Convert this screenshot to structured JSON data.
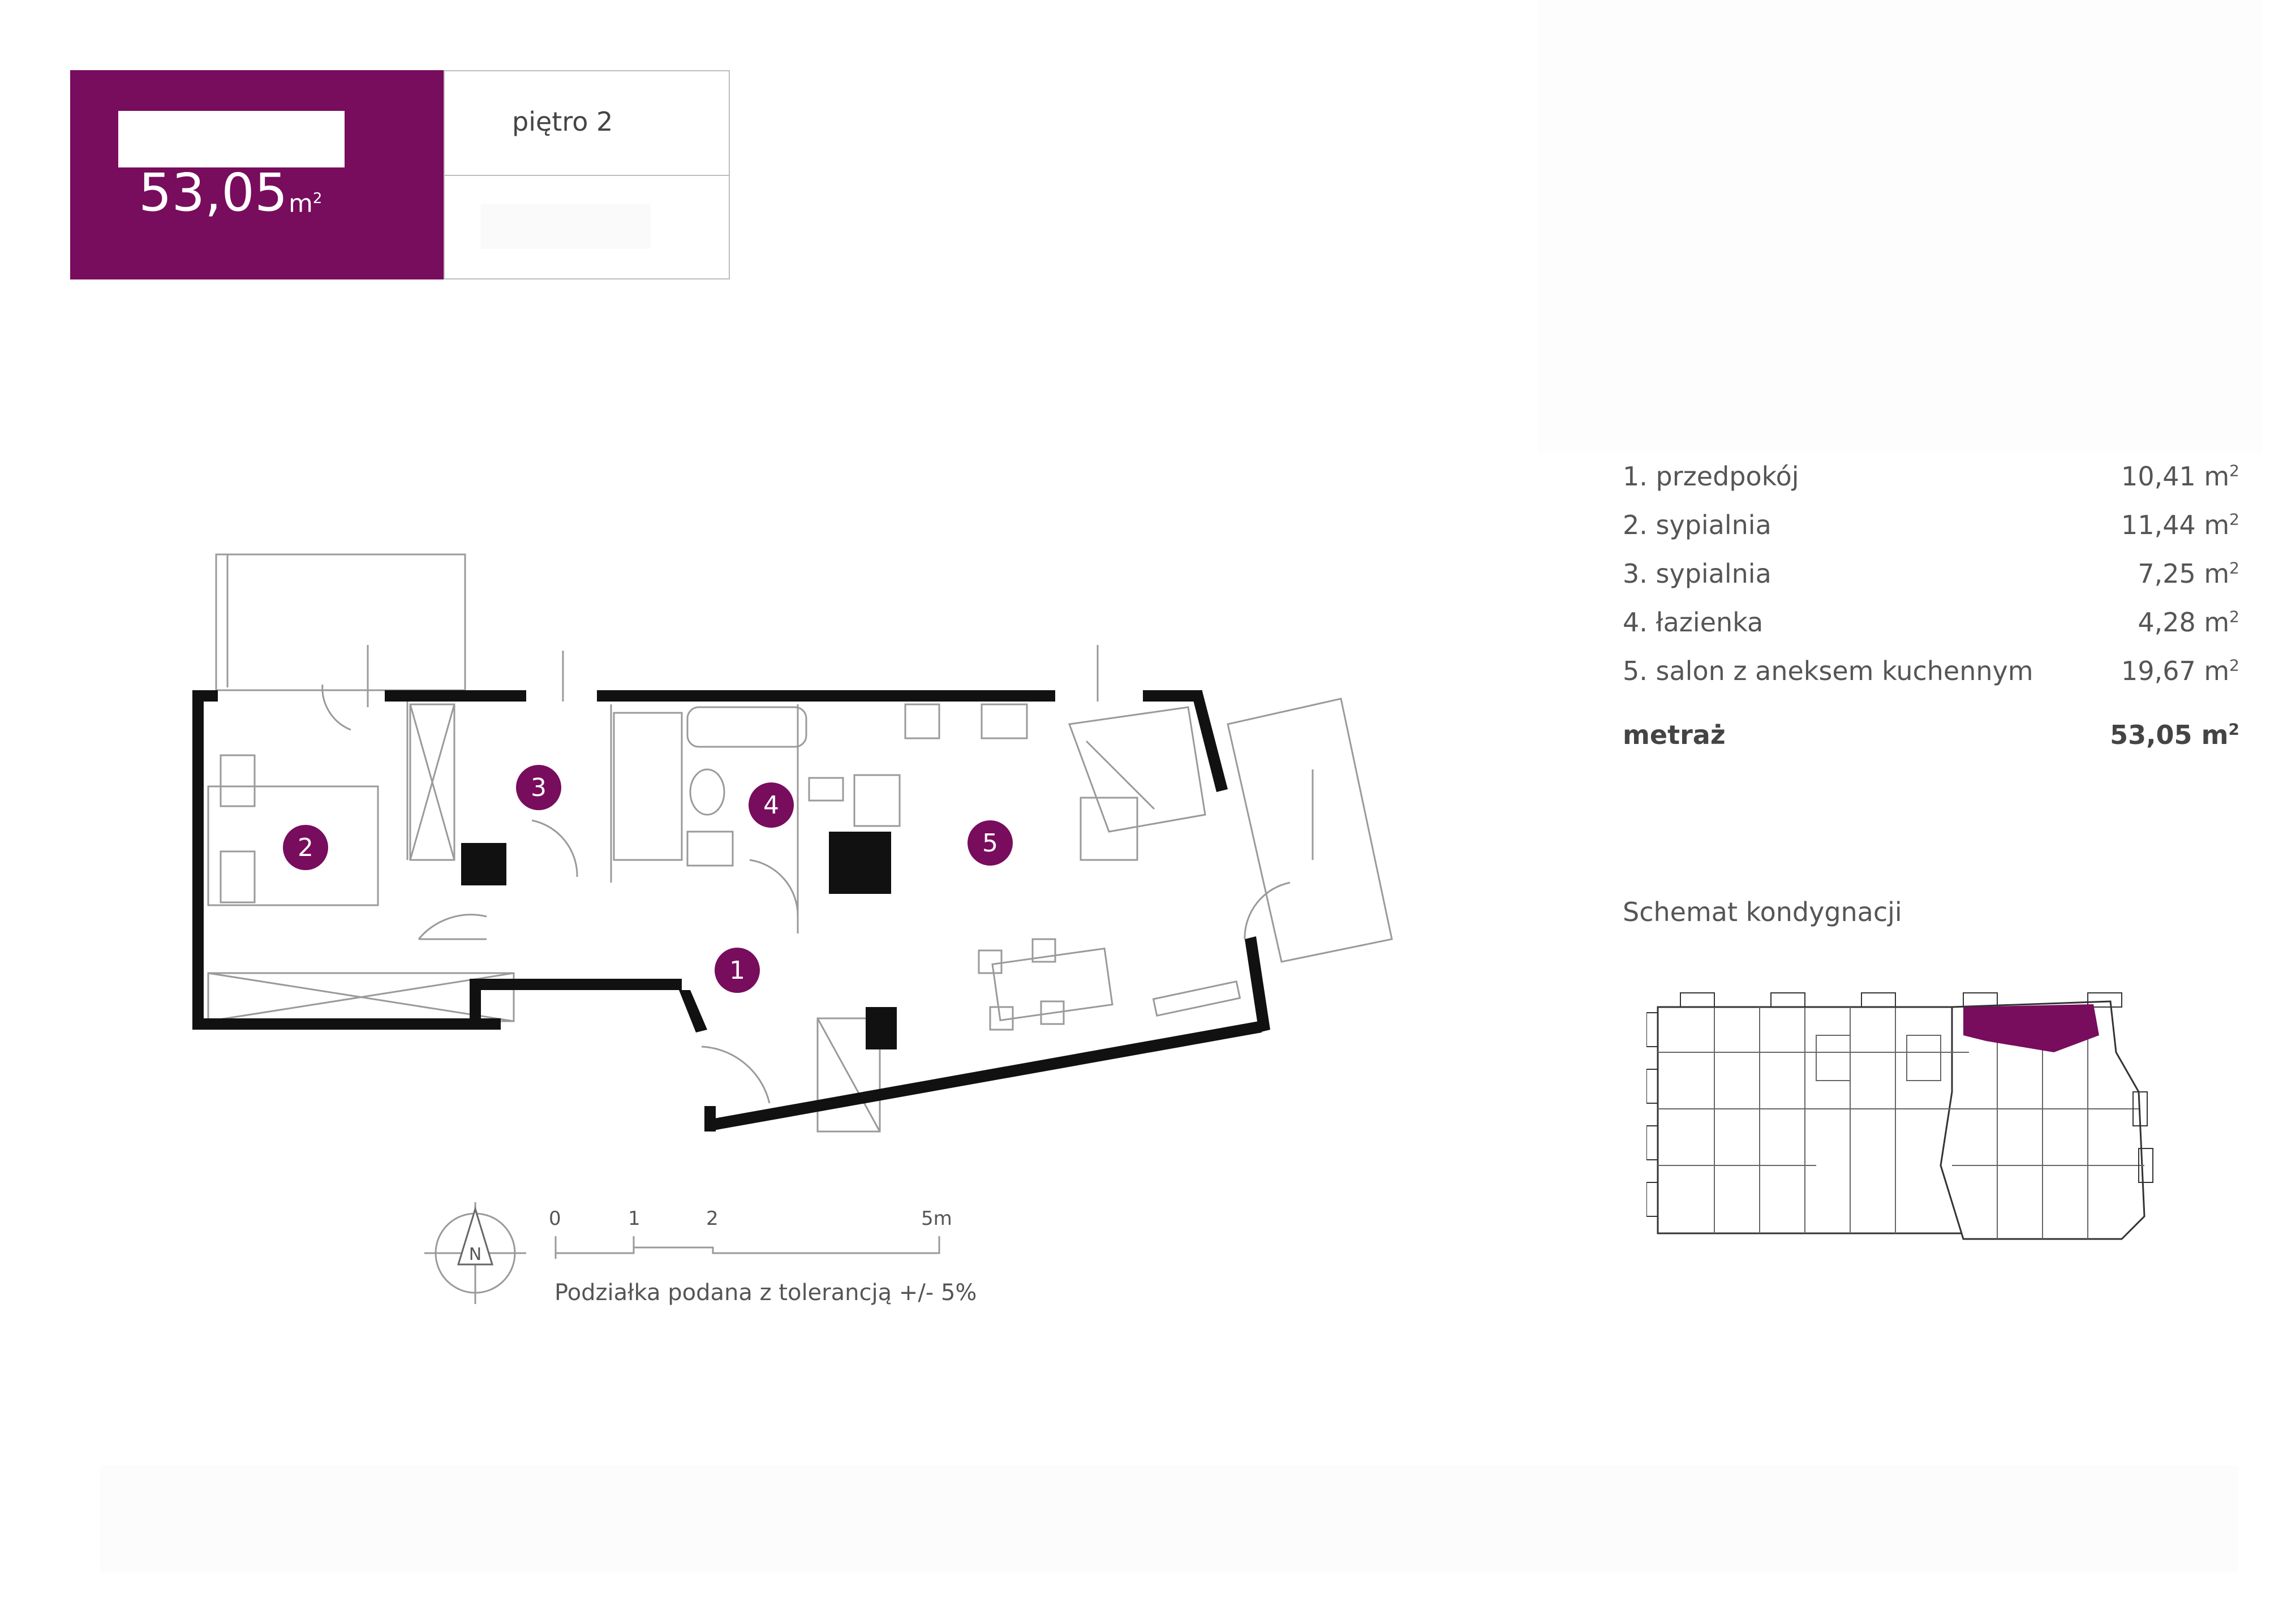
{
  "header": {
    "area_value": "53,05",
    "area_unit": "m",
    "area_unit_exp": "2",
    "floor": "piętro 2"
  },
  "rooms": [
    {
      "name": "1. przedpokój",
      "area": "10,41 m",
      "exp": "2"
    },
    {
      "name": "2. sypialnia",
      "area": "11,44 m",
      "exp": "2"
    },
    {
      "name": "3. sypialnia",
      "area": "7,25 m",
      "exp": "2"
    },
    {
      "name": "4. łazienka",
      "area": "4,28 m",
      "exp": "2"
    },
    {
      "name": "5. salon z aneksem kuchennym",
      "area": "19,67 m",
      "exp": "2"
    }
  ],
  "total": {
    "label": "metraż",
    "area": "53,05 m",
    "exp": "2"
  },
  "plan": {
    "room_markers": [
      "1",
      "2",
      "3",
      "4",
      "5"
    ],
    "compass": "N"
  },
  "scale": {
    "ticks": [
      "0",
      "1",
      "2",
      "5m"
    ],
    "note": "Podziałka podana z tolerancją +/- 5%"
  },
  "scheme": {
    "title": "Schemat kondygnacji"
  },
  "colors": {
    "accent": "#780c5d",
    "wall": "#111111",
    "line": "#9a9a9a"
  }
}
